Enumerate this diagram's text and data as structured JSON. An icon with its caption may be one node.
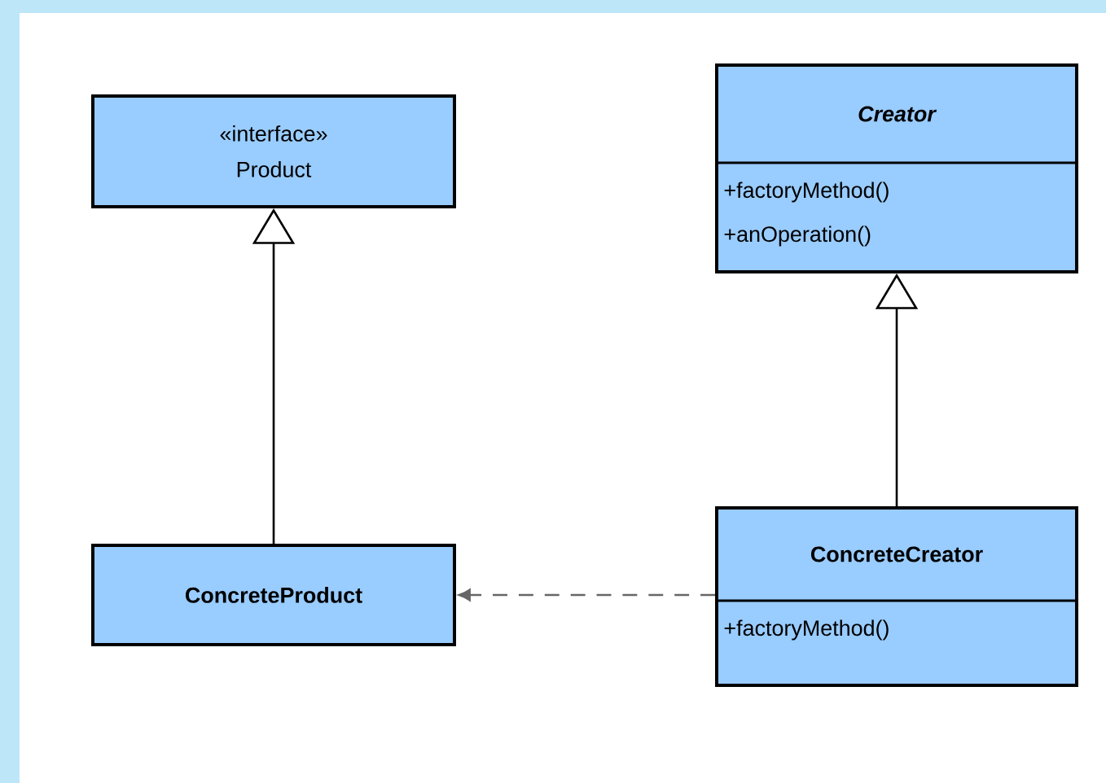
{
  "diagram": {
    "nodes": [
      {
        "text": [
          "«interface»",
          "Product"
        ]
      },
      {
        "text": [
          "Creator",
          "+factoryMethod()",
          "+anOperation()"
        ]
      },
      {
        "text": [
          "ConcreteProduct"
        ]
      },
      {
        "text": [
          "ConcreteCreator",
          "+factoryMethod()"
        ]
      }
    ],
    "edges": [
      {
        "from": 2,
        "to": 0,
        "arrow": "to"
      },
      {
        "from": 3,
        "to": 1,
        "arrow": "to"
      },
      {
        "from": 3,
        "to": 2,
        "arrow": "to",
        "style": "dashed",
        "color": "#666666"
      }
    ]
  }
}
